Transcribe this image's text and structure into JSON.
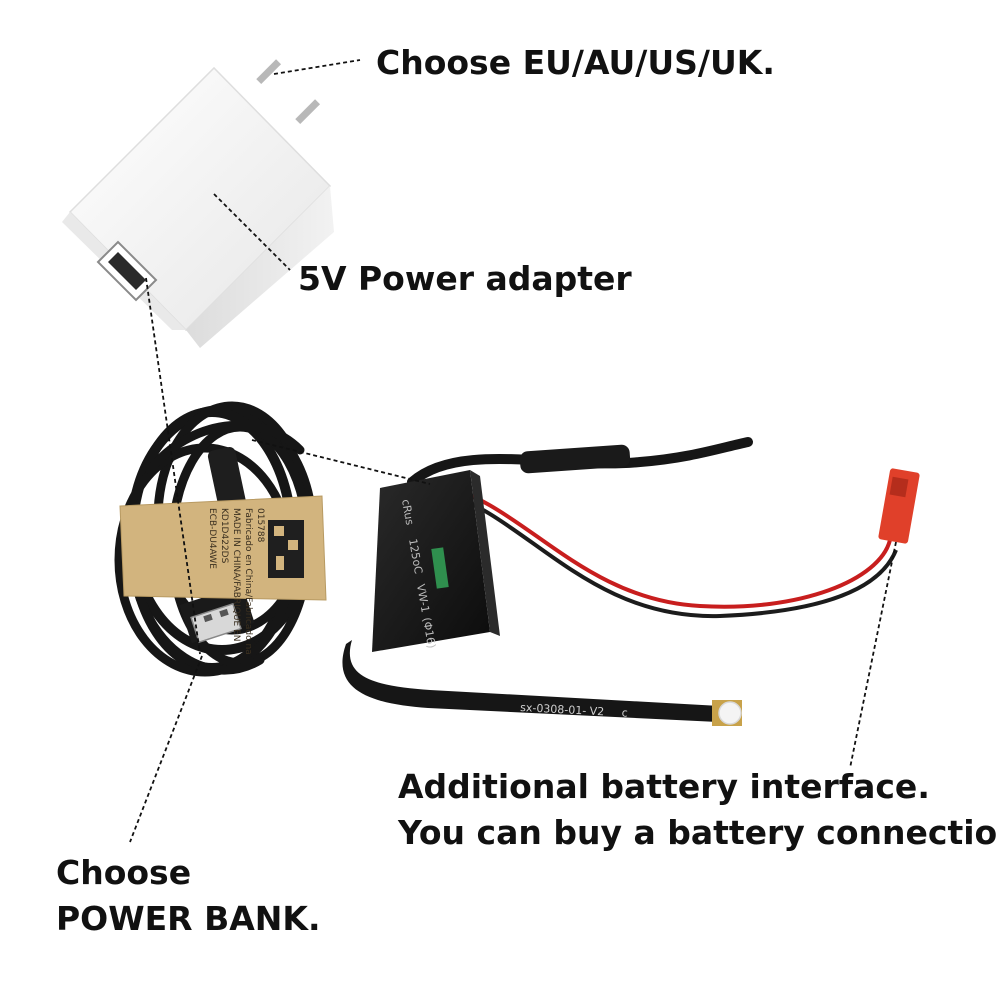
{
  "labels": {
    "plug_type": "Choose EU/AU/US/UK.",
    "adapter": "5V Power adapter",
    "battery_line1": "Additional battery interface.",
    "battery_line2": "You can buy a battery connection",
    "power_bank_line1": "Choose",
    "power_bank_line2": "POWER BANK."
  },
  "markings": {
    "cable_tag_lines": [
      "015788",
      "Fabricado en China/Fabricado na",
      "MADE IN CHINA/FABRIQUE EN",
      "KD1D422DS",
      "ECB-DU4AWE"
    ],
    "module_print_1": "cRus",
    "module_print_2": "125oC",
    "module_print_3": "VW-1",
    "module_print_4": "(Φ16)",
    "flex_cable_print": "sx-0308-01- V2",
    "flex_cable_mark": "c"
  },
  "colors": {
    "background": "#ffffff",
    "text": "#111111",
    "adapter": "#f4f4f4",
    "cable": "#161616",
    "tag": "#d2b47e",
    "red_wire": "#c81e1e",
    "connector": "#e0402a",
    "module": "#1b1b1b",
    "led": "#2f8f4e"
  }
}
